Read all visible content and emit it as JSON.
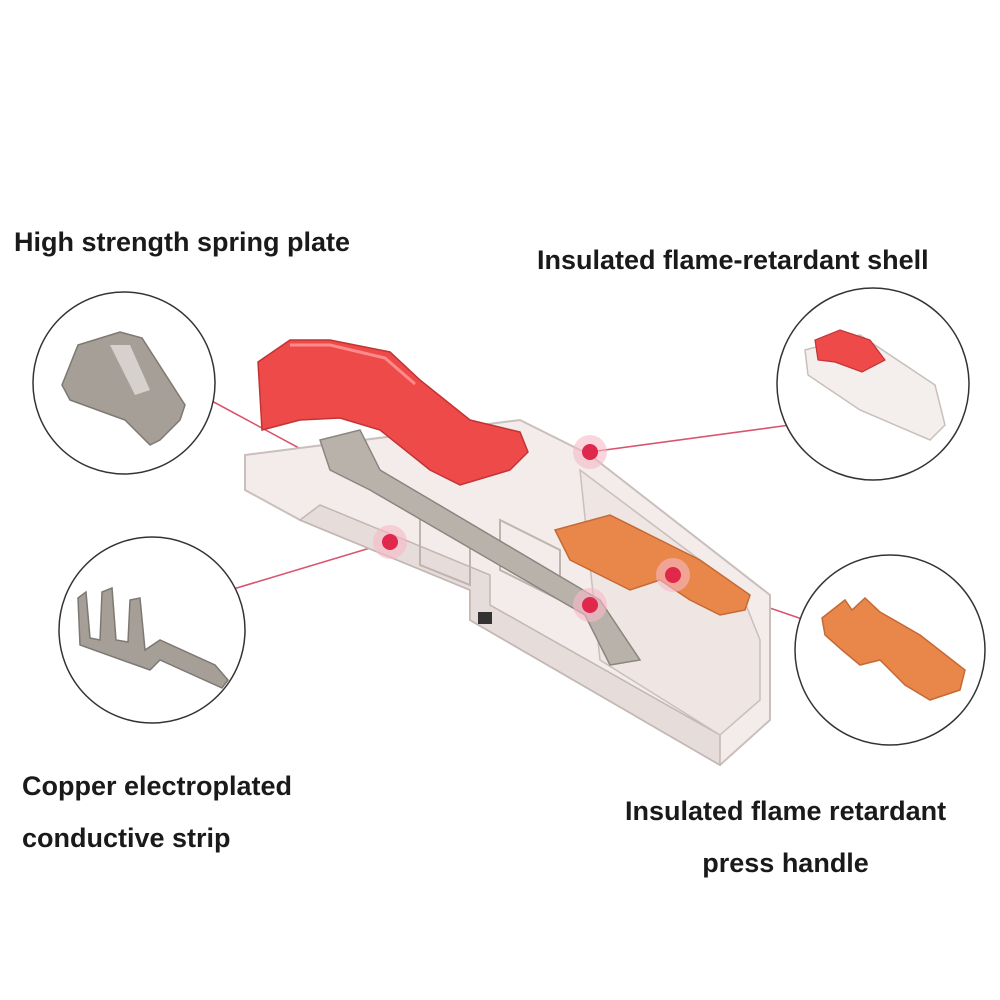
{
  "labels": {
    "spring_plate": "High strength spring plate",
    "shell": "Insulated flame-retardant shell",
    "strip_line1": "Copper electroplated",
    "strip_line2": "conductive strip",
    "handle_line1": "Insulated flame retardant",
    "handle_line2": "press handle"
  },
  "colors": {
    "callout_dot": "#e0284d",
    "callout_line": "#d9546e",
    "red_lever": "#ee4a4a",
    "orange_handle": "#e9864a",
    "metal": "#a59f98",
    "circle_border": "#333333"
  }
}
